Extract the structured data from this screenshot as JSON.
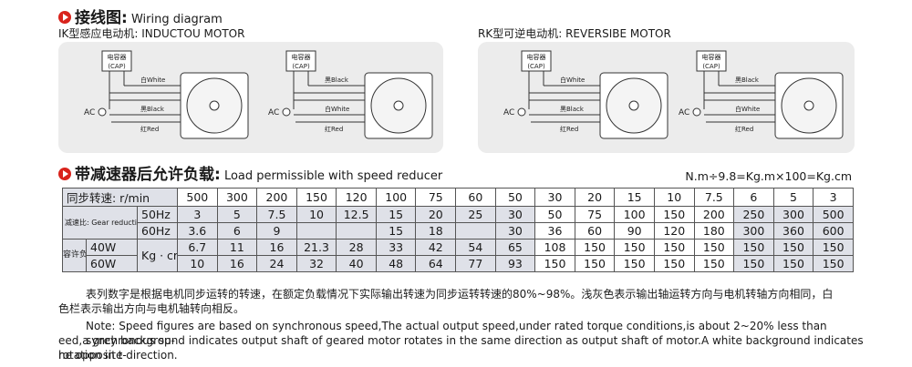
{
  "section1": {
    "title_zh": "接线图:",
    "title_en": " Wiring diagram"
  },
  "ik_motor_title": "IK型感应电动机: INDUCTOU MOTOR",
  "rk_motor_title": "RK型可逆电动机: REVERSIBE MOTOR",
  "diagram_labels": {
    "cap_zh": "电容器",
    "cap_en": "(CAP)",
    "white": "白White",
    "black": "黑Black",
    "red": "红Red",
    "ac": "AC"
  },
  "section2": {
    "title_zh": "带减速器后允许负载:",
    "title_en": " Load permissible with speed reducer"
  },
  "formula": "N.m÷9.8=Kg.m×100=Kg.cm",
  "table": {
    "sync_label": "同步转速: r/min",
    "sync_speeds": [
      "500",
      "300",
      "200",
      "150",
      "120",
      "100",
      "75",
      "60",
      "50",
      "30",
      "20",
      "15",
      "10",
      "7.5",
      "6",
      "5",
      "3"
    ],
    "ratio_label": "减速比: Gear reduction ratio",
    "hz50_label": "50Hz",
    "hz50": [
      "3",
      "5",
      "7.5",
      "10",
      "12.5",
      "15",
      "20",
      "25",
      "30",
      "50",
      "75",
      "100",
      "150",
      "200",
      "250",
      "300",
      "500"
    ],
    "hz60_label": "60Hz",
    "hz60": [
      "3.6",
      "6",
      "9",
      "",
      "",
      "15",
      "18",
      "",
      "30",
      "36",
      "60",
      "90",
      "120",
      "180",
      "",
      "300",
      "360",
      "600"
    ],
    "load_label_zh": "容许负载",
    "unit": "Kg · cm",
    "w40_label": "40W",
    "w40": [
      "6.7",
      "11",
      "16",
      "21.3",
      "28",
      "33",
      "42",
      "54",
      "65",
      "108",
      "150",
      "150",
      "150",
      "150",
      "150",
      "150",
      "150"
    ],
    "w60_label": "60W",
    "w60": [
      "10",
      "16",
      "24",
      "32",
      "40",
      "48",
      "64",
      "77",
      "93",
      "150",
      "150",
      "150",
      "150",
      "150",
      "150",
      "150",
      "150"
    ]
  },
  "notes": {
    "zh_line1": "表列数字是根据电机同步运转的转速，在额定负载情况下实际输出转速为同步运转转速的80%~98%。浅灰色表示输出轴运转方向与电机转轴方向相同，白",
    "zh_line2": "色栏表示输出方向与电机轴转向相反。",
    "en_line1": "Note: Speed figures are based on synchronous speed,The actual output speed,under rated torque conditions,is about 2~20% less than synchronous sp-",
    "en_line2": "eed,a grey background indicates output shaft of geared motor rotates in the same direction as output shaft of motor.A white background indicates rotation in t-",
    "en_line3": "he opposite direction."
  }
}
